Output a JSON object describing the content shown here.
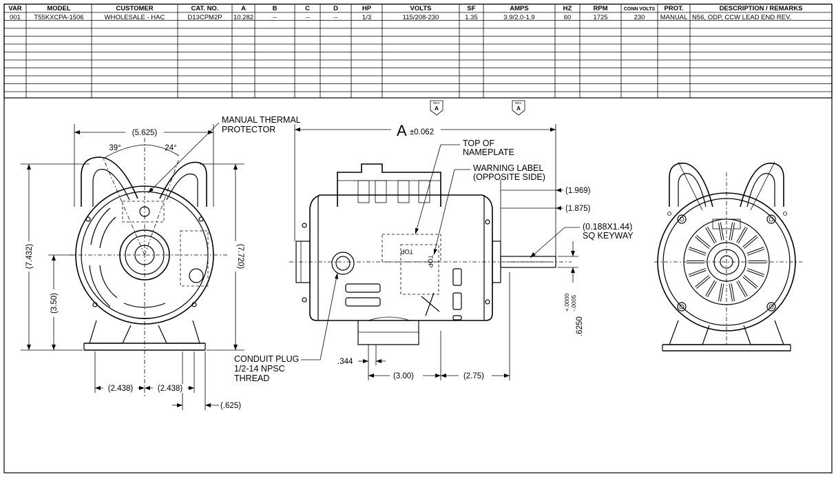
{
  "table": {
    "headers": [
      "VAR",
      "MODEL",
      "CUSTOMER",
      "CAT. NO.",
      "A",
      "B",
      "C",
      "D",
      "HP",
      "VOLTS",
      "SF",
      "AMPS",
      "HZ",
      "RPM",
      "CONN VOLTS",
      "PROT.",
      "DESCRIPTION / REMARKS"
    ],
    "row": [
      "001",
      "T55KXCPA-1506",
      "WHOLESALE - HAC",
      "D13CPM2P",
      "10.282",
      "--",
      "--",
      "--",
      "1/3",
      "115/208-230",
      "1.35",
      "3.9/2.0-1.9",
      "60",
      "1725",
      "230",
      "MANUAL",
      "N56, ODP, CCW LEAD END REV."
    ]
  },
  "rev": {
    "label": "REV.",
    "letter": "A"
  },
  "labels": {
    "thermal_1": "MANUAL THERMAL",
    "thermal_2": "PROTECTOR",
    "nameplate_1": "TOP OF",
    "nameplate_2": "NAMEPLATE",
    "warning_1": "WARNING LABEL",
    "warning_2": "(OPPOSITE SIDE)",
    "conduit_1": "CONDUIT PLUG",
    "conduit_2": "1/2-14 NPSC",
    "conduit_3": "THREAD",
    "keyway_1": "(0.188X1.44)",
    "keyway_2": "SQ KEYWAY",
    "top_text": "TOP"
  },
  "dims": {
    "width_5625": "(5.625)",
    "angle_39": "39°",
    "angle_24": "24°",
    "h_7432": "(7.432)",
    "h_7720": "(7.720)",
    "h_350": "(3.50)",
    "w_2438_l": "(2.438)",
    "w_2438_r": "(2.438)",
    "d_625": "(.625)",
    "a_letter": "A",
    "a_tol": "±0.062",
    "d_1969": "(1.969)",
    "d_1875": "(1.875)",
    "d_344": ".344",
    "d_300": "(3.00)",
    "d_275": "(2.75)",
    "shaft_dia": ".6250",
    "shaft_tol_plus": "+.0000",
    "shaft_tol_minus": "-.0005"
  }
}
